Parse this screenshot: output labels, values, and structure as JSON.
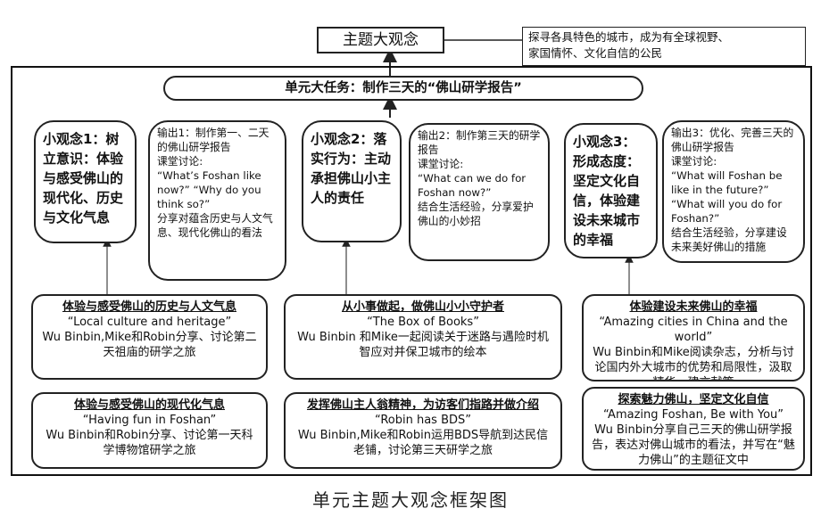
{
  "theme": {
    "title": "主题大观念"
  },
  "theme_desc": {
    "line1": "探寻各具特色的城市，成为有全球视野、",
    "line2": "家国情怀、文化自信的公民"
  },
  "unit_task": {
    "title": "单元大任务：制作三天的“佛山研学报告”"
  },
  "concepts": [
    {
      "text": "小观念1：树立意识：体验与感受佛山的现代化、历史与文化气息"
    },
    {
      "text": "小观念2：落实行为：主动承担佛山小主人的责任"
    },
    {
      "text": "小观念3：形成态度：坚定文化自信，体验建设未来城市的幸福"
    }
  ],
  "outputs": [
    {
      "head": "输出1：制作第一、二天的佛山研学报告",
      "discuss": "课堂讨论:",
      "question": "“What’s Foshan like now?” “Why do you think so?”",
      "note": "分享对蕴含历史与人文气息、现代化佛山的看法"
    },
    {
      "head": "输出2：制作第三天的研学报告",
      "discuss": "课堂讨论:",
      "question": "“What can we do for Foshan now?”",
      "note": "结合生活经验，分享爱护佛山的小妙招"
    },
    {
      "head": "输出3：优化、完善三天的佛山研学报告",
      "discuss": "课堂讨论:",
      "question": "“What will Foshan be like in the future?” “What will you do for Foshan?”",
      "note": "结合生活经验，分享建设未来美好佛山的措施"
    }
  ],
  "activities": [
    {
      "heading": "体验与感受佛山的历史与人文气息",
      "book": "“Local culture and heritage”",
      "desc": "Wu Binbin,Mike和Robin分享、讨论第二天祖庙的研学之旅"
    },
    {
      "heading": "从小事做起，做佛山小小守护者",
      "book": "“The Box of Books”",
      "desc": "Wu Binbin 和Mike一起阅读关于迷路与遇险时机智应对并保卫城市的绘本"
    },
    {
      "heading": "体验建设未来佛山的幸福",
      "book": "“Amazing cities in China and the world”",
      "desc": "Wu Binbin和Mike阅读杂志，分析与讨论国内外大城市的优势和局限性，汲取精华，建言献策"
    },
    {
      "heading": "体验与感受佛山的现代化气息",
      "book": "“Having fun in Foshan”",
      "desc": "Wu Binbin和Robin分享、讨论第一天科学博物馆研学之旅"
    },
    {
      "heading": "发挥佛山主人翁精神，为访客们指路并做介绍",
      "book": "“Robin has BDS”",
      "desc": "Wu Binbin,Mike和Robin运用BDS导航到达民信老铺，讨论第三天研学之旅"
    },
    {
      "heading": "探索魅力佛山，坚定文化自信",
      "book": "“Amazing Foshan, Be with You”",
      "desc": "Wu Binbin分享自己三天的佛山研学报告，表达对佛山城市的看法，并写在“魅力佛山”的主题征文中"
    }
  ],
  "caption": "单元主题大观念框架图"
}
